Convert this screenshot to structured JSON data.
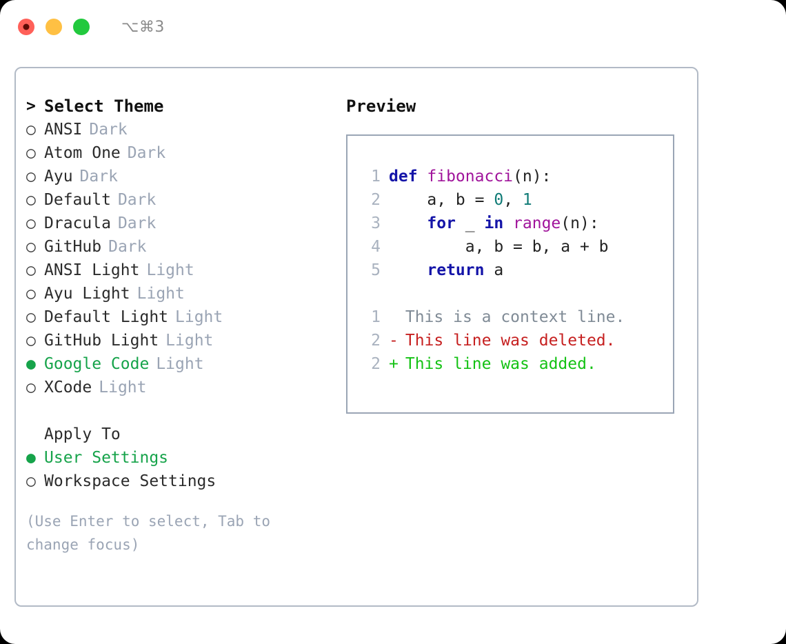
{
  "window": {
    "shortcut": "⌥⌘3",
    "traffic_lights": [
      "close",
      "minimize",
      "maximize"
    ],
    "colors": {
      "close": "#ff6059",
      "minimize": "#ffc043",
      "maximize": "#22c93e",
      "accent_green": "#16a34a",
      "badge_gray": "#9aa4b4",
      "border": "#b2bac6",
      "preview_border": "#9aa5b5"
    }
  },
  "theme_section": {
    "title": "Select Theme",
    "caret": ">",
    "marker_selected": "●",
    "marker_unselected": "○",
    "items": [
      {
        "name": "ANSI",
        "badge": "Dark",
        "selected": false
      },
      {
        "name": "Atom One",
        "badge": "Dark",
        "selected": false
      },
      {
        "name": "Ayu",
        "badge": "Dark",
        "selected": false
      },
      {
        "name": "Default",
        "badge": "Dark",
        "selected": false
      },
      {
        "name": "Dracula",
        "badge": "Dark",
        "selected": false
      },
      {
        "name": "GitHub",
        "badge": "Dark",
        "selected": false
      },
      {
        "name": "ANSI Light",
        "badge": "Light",
        "selected": false
      },
      {
        "name": "Ayu Light",
        "badge": "Light",
        "selected": false
      },
      {
        "name": "Default Light",
        "badge": "Light",
        "selected": false
      },
      {
        "name": "GitHub Light",
        "badge": "Light",
        "selected": false
      },
      {
        "name": "Google Code",
        "badge": "Light",
        "selected": true
      },
      {
        "name": "XCode",
        "badge": "Light",
        "selected": false
      }
    ]
  },
  "apply_section": {
    "title": "Apply To",
    "items": [
      {
        "name": "User Settings",
        "selected": true
      },
      {
        "name": "Workspace Settings",
        "selected": false
      }
    ]
  },
  "hint": "(Use Enter to select, Tab to change focus)",
  "preview": {
    "title": "Preview",
    "code_lines": [
      {
        "num": "1",
        "tokens": [
          {
            "text": "def ",
            "type": "kw"
          },
          {
            "text": "fibonacci",
            "type": "fn"
          },
          {
            "text": "(n):",
            "type": "punct"
          }
        ]
      },
      {
        "num": "2",
        "tokens": [
          {
            "text": "    a, b = ",
            "type": "plain"
          },
          {
            "text": "0",
            "type": "num"
          },
          {
            "text": ", ",
            "type": "plain"
          },
          {
            "text": "1",
            "type": "num"
          }
        ]
      },
      {
        "num": "3",
        "tokens": [
          {
            "text": "    ",
            "type": "plain"
          },
          {
            "text": "for",
            "type": "kw"
          },
          {
            "text": " _ ",
            "type": "plain"
          },
          {
            "text": "in",
            "type": "kw"
          },
          {
            "text": " ",
            "type": "plain"
          },
          {
            "text": "range",
            "type": "fn"
          },
          {
            "text": "(n):",
            "type": "punct"
          }
        ]
      },
      {
        "num": "4",
        "tokens": [
          {
            "text": "        a, b = b, a + b",
            "type": "plain"
          }
        ]
      },
      {
        "num": "5",
        "tokens": [
          {
            "text": "    ",
            "type": "plain"
          },
          {
            "text": "return",
            "type": "kw"
          },
          {
            "text": " a",
            "type": "plain"
          }
        ]
      }
    ],
    "diff_lines": [
      {
        "num": "1",
        "sign": " ",
        "text": "This is a context line.",
        "type": "ctx"
      },
      {
        "num": "2",
        "sign": "-",
        "text": "This line was deleted.",
        "type": "del"
      },
      {
        "num": "2",
        "sign": "+",
        "text": "This line was added.",
        "type": "add"
      }
    ]
  }
}
